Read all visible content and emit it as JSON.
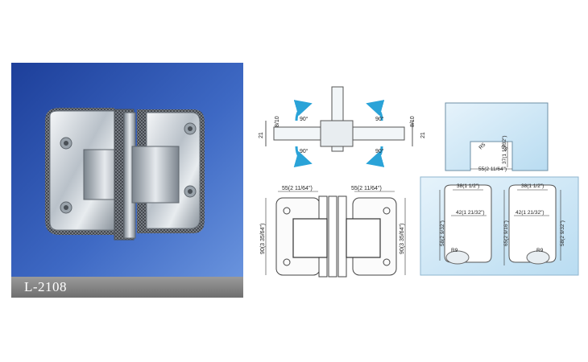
{
  "product": {
    "model": "L-2108"
  },
  "drawings": {
    "rotation": {
      "angle_label": "90°",
      "dim_thickness": "8/10",
      "dim_height": "21"
    },
    "glass_cutout": {
      "width": "55(2 11/64\")",
      "depth": "37(1 15/32\")",
      "radius": "R5"
    },
    "front_view": {
      "width_left": "55(2 11/64\")",
      "width_right": "55(2 11/64\")",
      "height": "90(3 35/64\")"
    },
    "glass_notch": {
      "top_width": "38(1 1/2\")",
      "mid_width": "42(1 21/32\")",
      "height": "58(2 9/32\")",
      "height_alt": "65(2 9/16\")",
      "radius": "R9"
    }
  },
  "colors": {
    "background": "#1d3f9a",
    "caption_bar": "#7a7a7a",
    "arrow": "#2aa3d8",
    "glass": "#cfe6f6"
  }
}
